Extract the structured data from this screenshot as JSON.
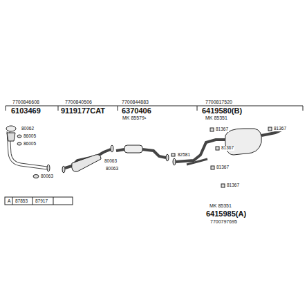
{
  "diagram": {
    "labels": [
      "7700846608",
      "6103469",
      "7700840506",
      "9119177CAT",
      "7700844883",
      "6370406",
      "MK 85579¹",
      "7700817520",
      "6419580(B)",
      "MK 85351",
      "80062",
      "86005",
      "86005",
      "80063",
      "80063",
      "80063",
      "82581",
      "81367",
      "81367",
      "81367",
      "81367",
      "81367",
      "MK 85351",
      "6415985(A)",
      "7700797695",
      "A",
      "87853",
      "87917"
    ]
  }
}
